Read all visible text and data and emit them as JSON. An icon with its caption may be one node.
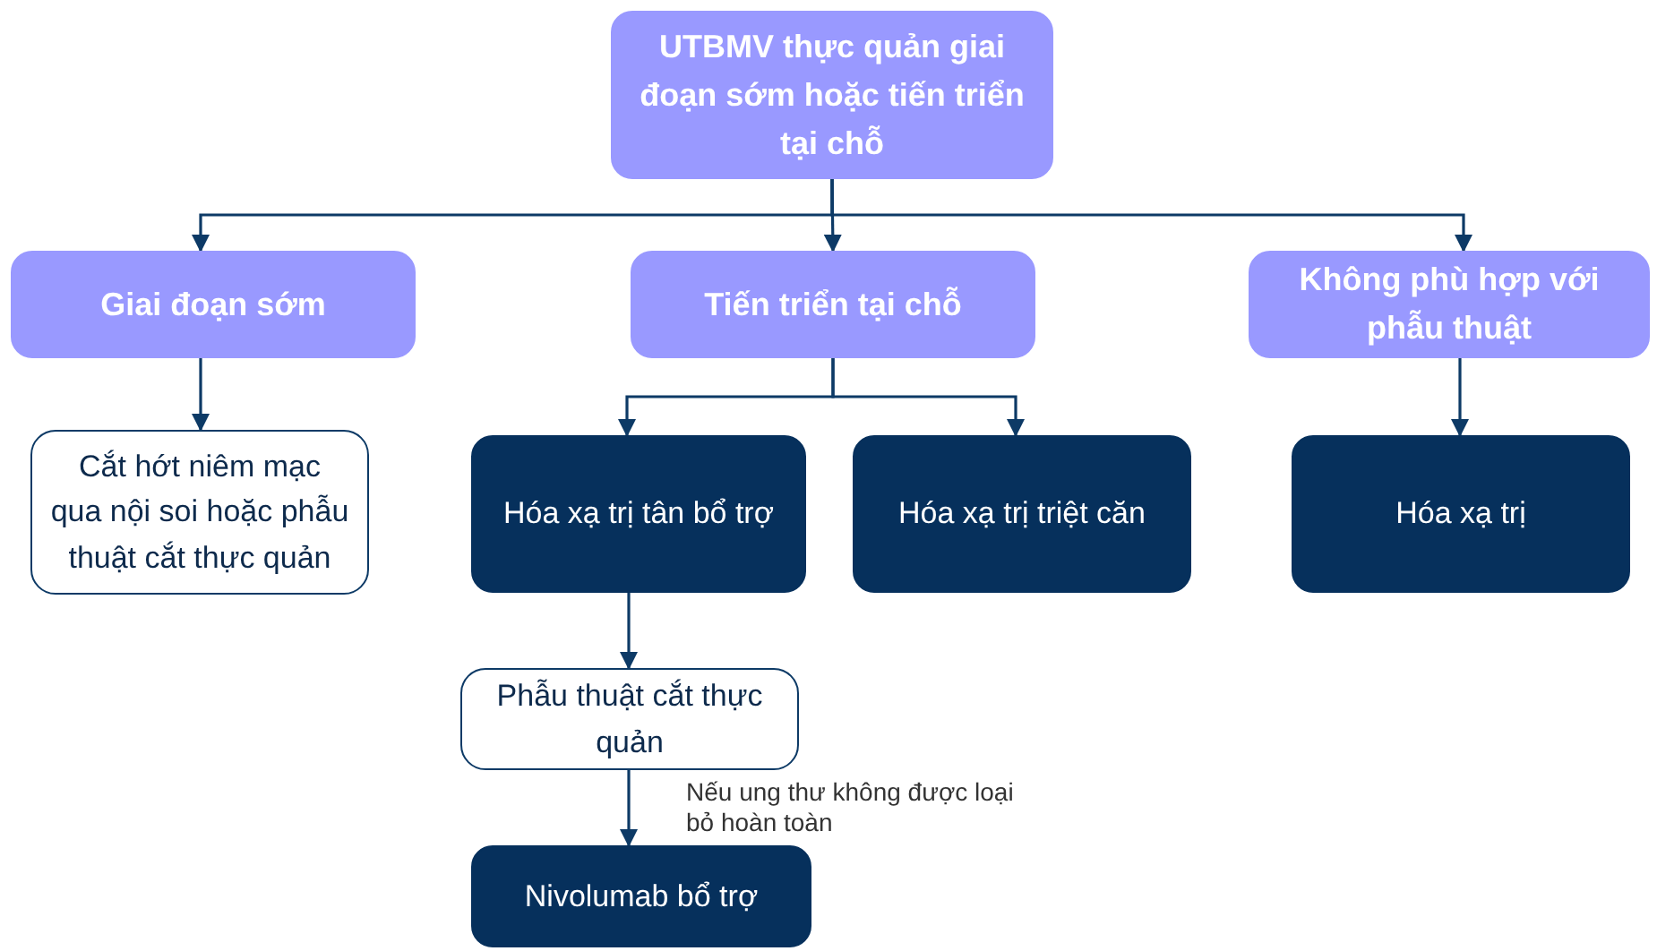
{
  "diagram": {
    "nodes": [
      {
        "text": [
          "UTBMV thực quản giai đoạn sớm hoặc tiến triển tại chỗ"
        ]
      },
      {
        "text": [
          "Giai đoạn sớm"
        ]
      },
      {
        "text": [
          "Tiến triển tại chỗ"
        ]
      },
      {
        "text": [
          "Không phù hợp với phẫu thuật"
        ]
      },
      {
        "text": [
          "Cắt hớt niêm mạc qua nội soi hoặc phẫu thuật cắt thực quản"
        ]
      },
      {
        "text": [
          "Hóa xạ trị tân bổ trợ"
        ]
      },
      {
        "text": [
          "Hóa xạ trị triệt căn"
        ]
      },
      {
        "text": [
          "Hóa xạ trị"
        ]
      },
      {
        "text": [
          "Phẫu thuật cắt thực quản"
        ]
      },
      {
        "text": [
          "Nivolumab bổ trợ"
        ]
      }
    ],
    "edges": [
      {
        "from": 0,
        "to": 1,
        "arrow": "to"
      },
      {
        "from": 0,
        "to": 2,
        "arrow": "to"
      },
      {
        "from": 0,
        "to": 3,
        "arrow": "to"
      },
      {
        "from": 1,
        "to": 4,
        "arrow": "to"
      },
      {
        "from": 2,
        "to": 5,
        "arrow": "to"
      },
      {
        "from": 2,
        "to": 6,
        "arrow": "to"
      },
      {
        "from": 3,
        "to": 7,
        "arrow": "to"
      },
      {
        "from": 5,
        "to": 8,
        "arrow": "to"
      },
      {
        "from": 8,
        "to": 9,
        "arrow": "to",
        "label": "Nếu ung thư không được loại bỏ hoàn toàn"
      }
    ]
  }
}
